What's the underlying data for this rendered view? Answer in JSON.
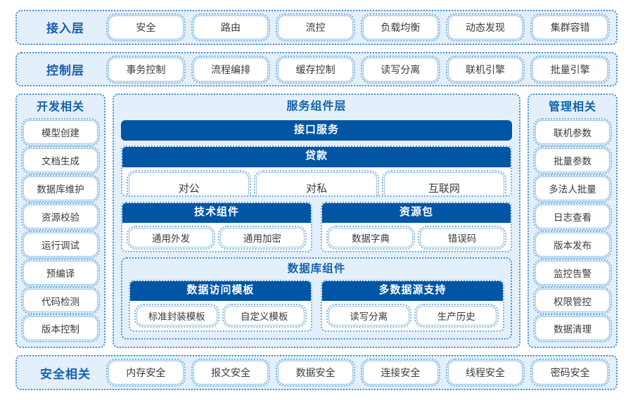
{
  "colors": {
    "panel_fill": "#e3f0fb",
    "panel_border": "#4a90d9",
    "bar_blue": "#0055a4",
    "title_blue": "#1461ad",
    "pill_border": "#9dc6e8",
    "pill_fill": "#ffffff",
    "page_bg": "#ffffff"
  },
  "access_layer": {
    "title": "接入层",
    "items": [
      "安全",
      "路由",
      "流控",
      "负载均衡",
      "动态发现",
      "集群容错"
    ]
  },
  "control_layer": {
    "title": "控制层",
    "items": [
      "事务控制",
      "流程编排",
      "缓存控制",
      "读写分离",
      "联机引擎",
      "批量引擎"
    ]
  },
  "dev_column": {
    "title": "开发相关",
    "items": [
      "模型创建",
      "文档生成",
      "数据库维护",
      "资源校验",
      "运行调试",
      "预编译",
      "代码检测",
      "版本控制"
    ]
  },
  "manage_column": {
    "title": "管理相关",
    "items": [
      "联机参数",
      "批量参数",
      "多法人批量",
      "日志查看",
      "版本发布",
      "监控告警",
      "权限管控",
      "数据清理"
    ]
  },
  "service_layer": {
    "title": "服务组件层",
    "interface_bar": "接口服务",
    "loan_card": {
      "header": "贷款",
      "items": [
        "对公",
        "对私",
        "互联网"
      ]
    },
    "tech_card": {
      "header": "技术组件",
      "items": [
        "通用外发",
        "通用加密"
      ]
    },
    "resource_card": {
      "header": "资源包",
      "items": [
        "数据字典",
        "错误码"
      ]
    },
    "db_panel": {
      "title": "数据库组件",
      "access_template_card": {
        "header": "数据访问模板",
        "items": [
          "标准封装模板",
          "自定义模板"
        ]
      },
      "multi_source_card": {
        "header": "多数据源支持",
        "items": [
          "读写分离",
          "生产历史"
        ]
      }
    }
  },
  "security_layer": {
    "title": "安全相关",
    "items": [
      "内存安全",
      "报文安全",
      "数据安全",
      "连接安全",
      "线程安全",
      "密码安全"
    ]
  }
}
